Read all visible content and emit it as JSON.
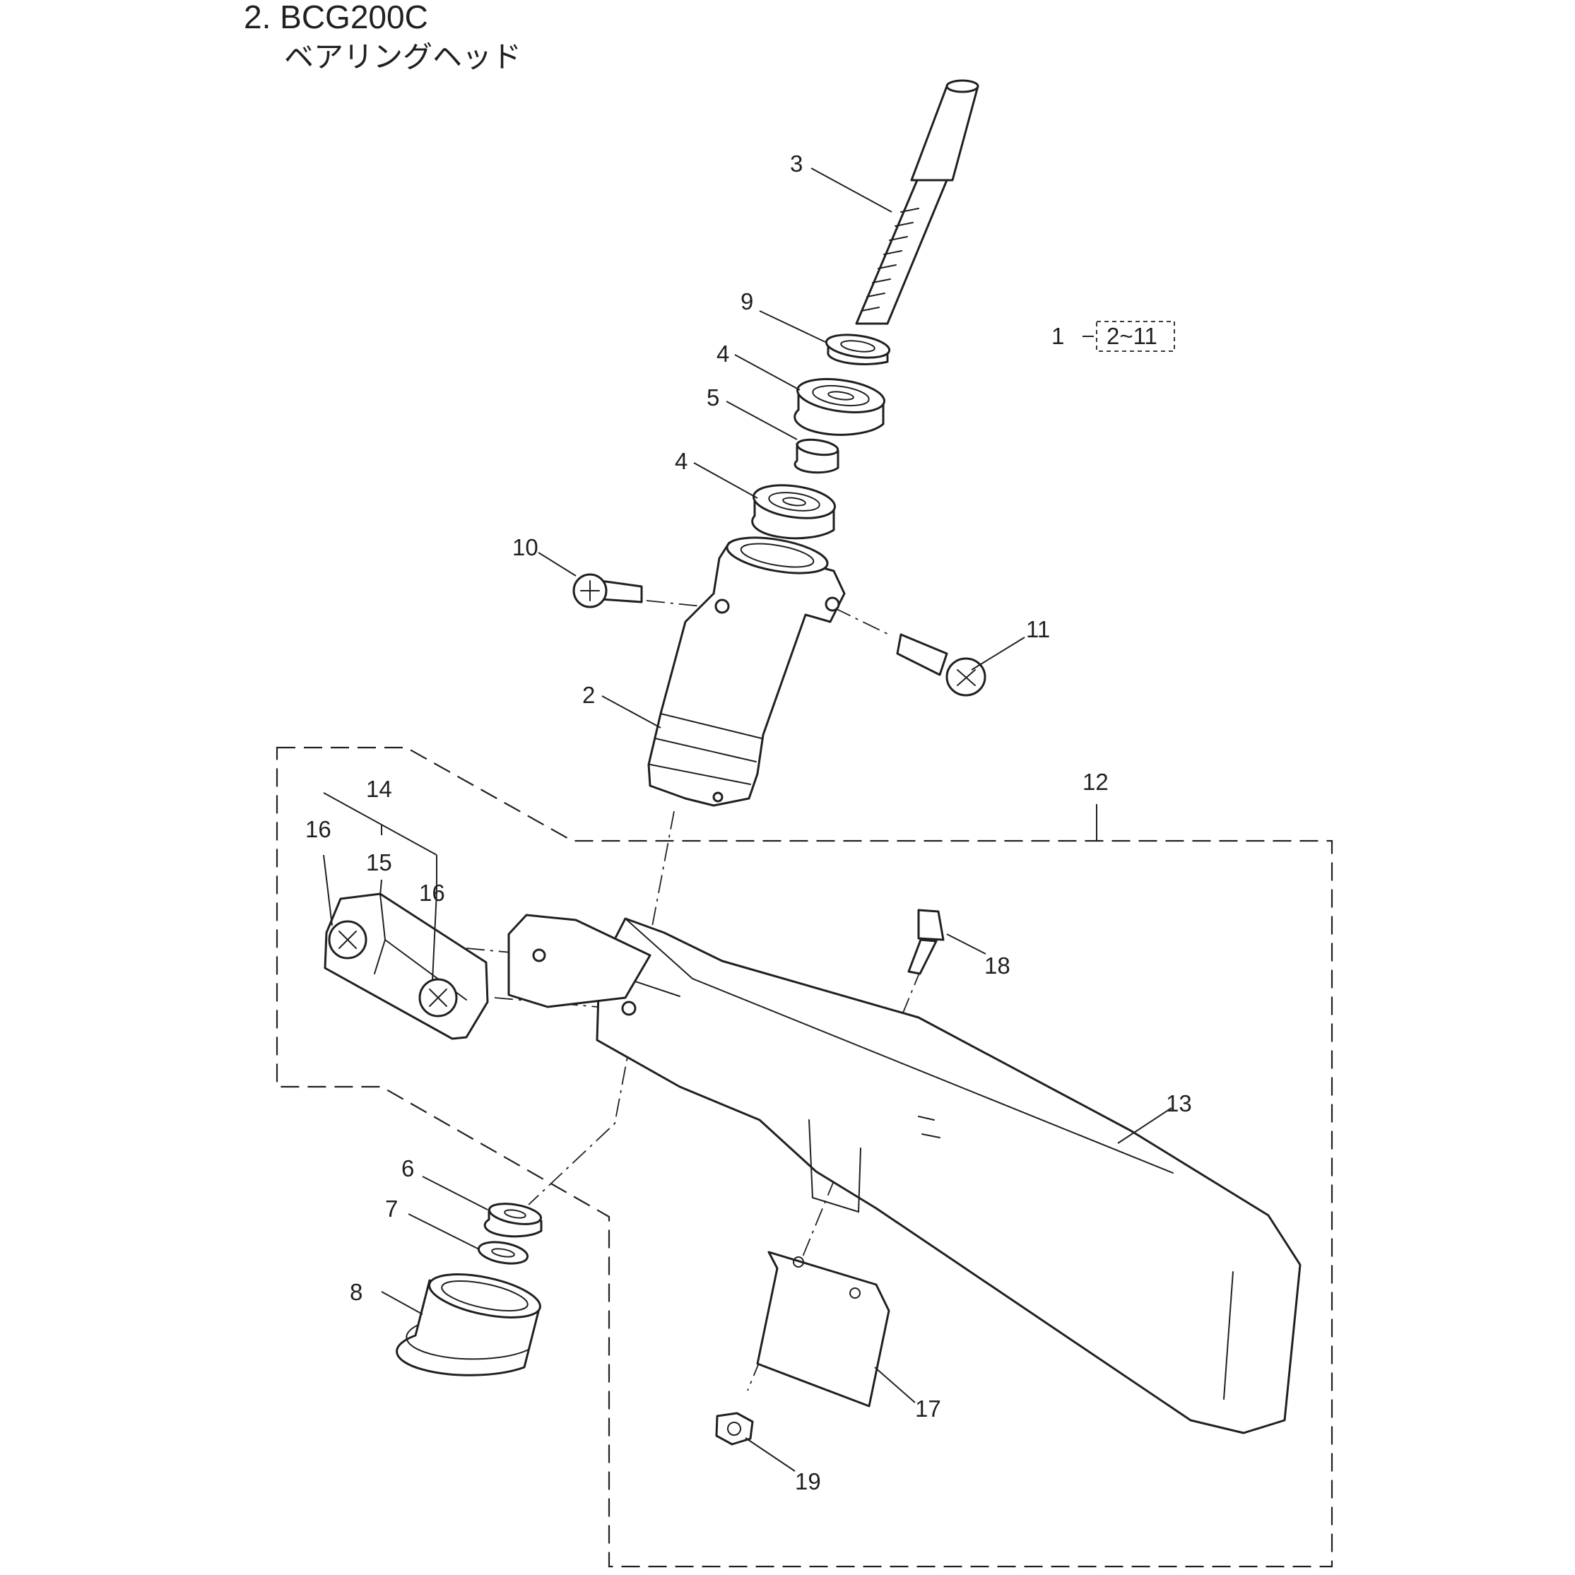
{
  "header": {
    "title": "2. BCG200C",
    "subtitle": "ベアリングヘッド"
  },
  "assembly": {
    "label": "1",
    "range": "2~11"
  },
  "callouts": [
    {
      "id": "c3",
      "text": "3"
    },
    {
      "id": "c9",
      "text": "9"
    },
    {
      "id": "c4a",
      "text": "4"
    },
    {
      "id": "c5",
      "text": "5"
    },
    {
      "id": "c4b",
      "text": "4"
    },
    {
      "id": "c10",
      "text": "10"
    },
    {
      "id": "c11",
      "text": "11"
    },
    {
      "id": "c2",
      "text": "2"
    },
    {
      "id": "c12",
      "text": "12"
    },
    {
      "id": "c14",
      "text": "14"
    },
    {
      "id": "c16a",
      "text": "16"
    },
    {
      "id": "c15",
      "text": "15"
    },
    {
      "id": "c16b",
      "text": "16"
    },
    {
      "id": "c18",
      "text": "18"
    },
    {
      "id": "c13",
      "text": "13"
    },
    {
      "id": "c6",
      "text": "6"
    },
    {
      "id": "c7",
      "text": "7"
    },
    {
      "id": "c8",
      "text": "8"
    },
    {
      "id": "c17",
      "text": "17"
    },
    {
      "id": "c19",
      "text": "19"
    }
  ]
}
